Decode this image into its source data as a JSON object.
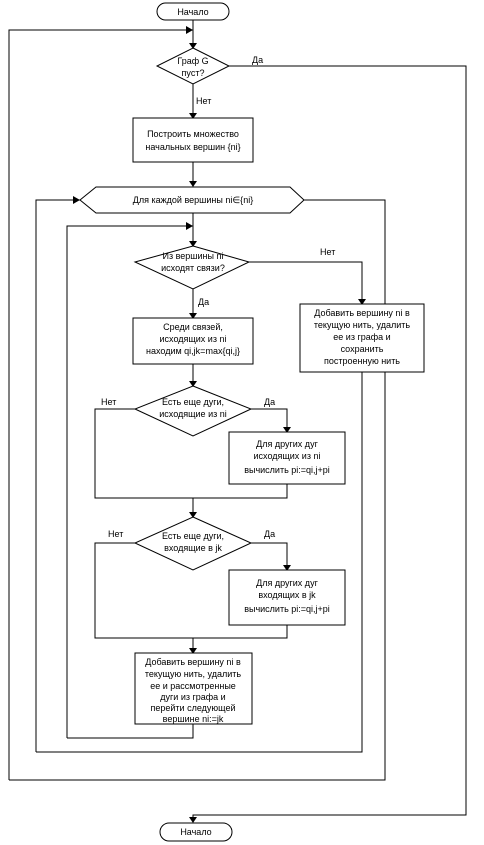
{
  "terminators": {
    "start": "Начало",
    "end": "Начало"
  },
  "decisions": {
    "graph_empty": [
      "Граф G",
      "пуст?"
    ],
    "has_links": [
      "Из вершины ni",
      "исходят связи?"
    ],
    "more_out_arcs": [
      "Есть еще дуги,",
      "исходящие из ni"
    ],
    "more_in_arcs": [
      "Есть еще дуги,",
      "входящие в jk"
    ]
  },
  "processes": {
    "build_set": [
      "Построить множество",
      "начальных вершин {ni}"
    ],
    "find_max": [
      "Среди связей,",
      "исходящих из ni",
      "находим qi,jk=max{qi,j}"
    ],
    "out_arcs_calc": [
      "Для других дуг",
      "исходящих из ni",
      "вычислить pi:=qi,j+pi"
    ],
    "in_arcs_calc": [
      "Для других дуг",
      "входящих в jk",
      "вычислить pi:=qi,j+pi"
    ],
    "add_and_next": [
      "Добавить вершину ni в",
      "текущую нить, удалить",
      "ее и рассмотренные",
      "дуги из графа и",
      "перейти следующей",
      "вершине ni:=jk"
    ],
    "add_and_save": [
      "Добавить вершину ni в",
      "текущую нить, удалить",
      "ее из графа и",
      "сохранить",
      "построенную нить"
    ]
  },
  "loop": {
    "label": "Для каждой вершины ni∈{ni}"
  },
  "branch_labels": {
    "yes": "Да",
    "no": "Нет"
  }
}
